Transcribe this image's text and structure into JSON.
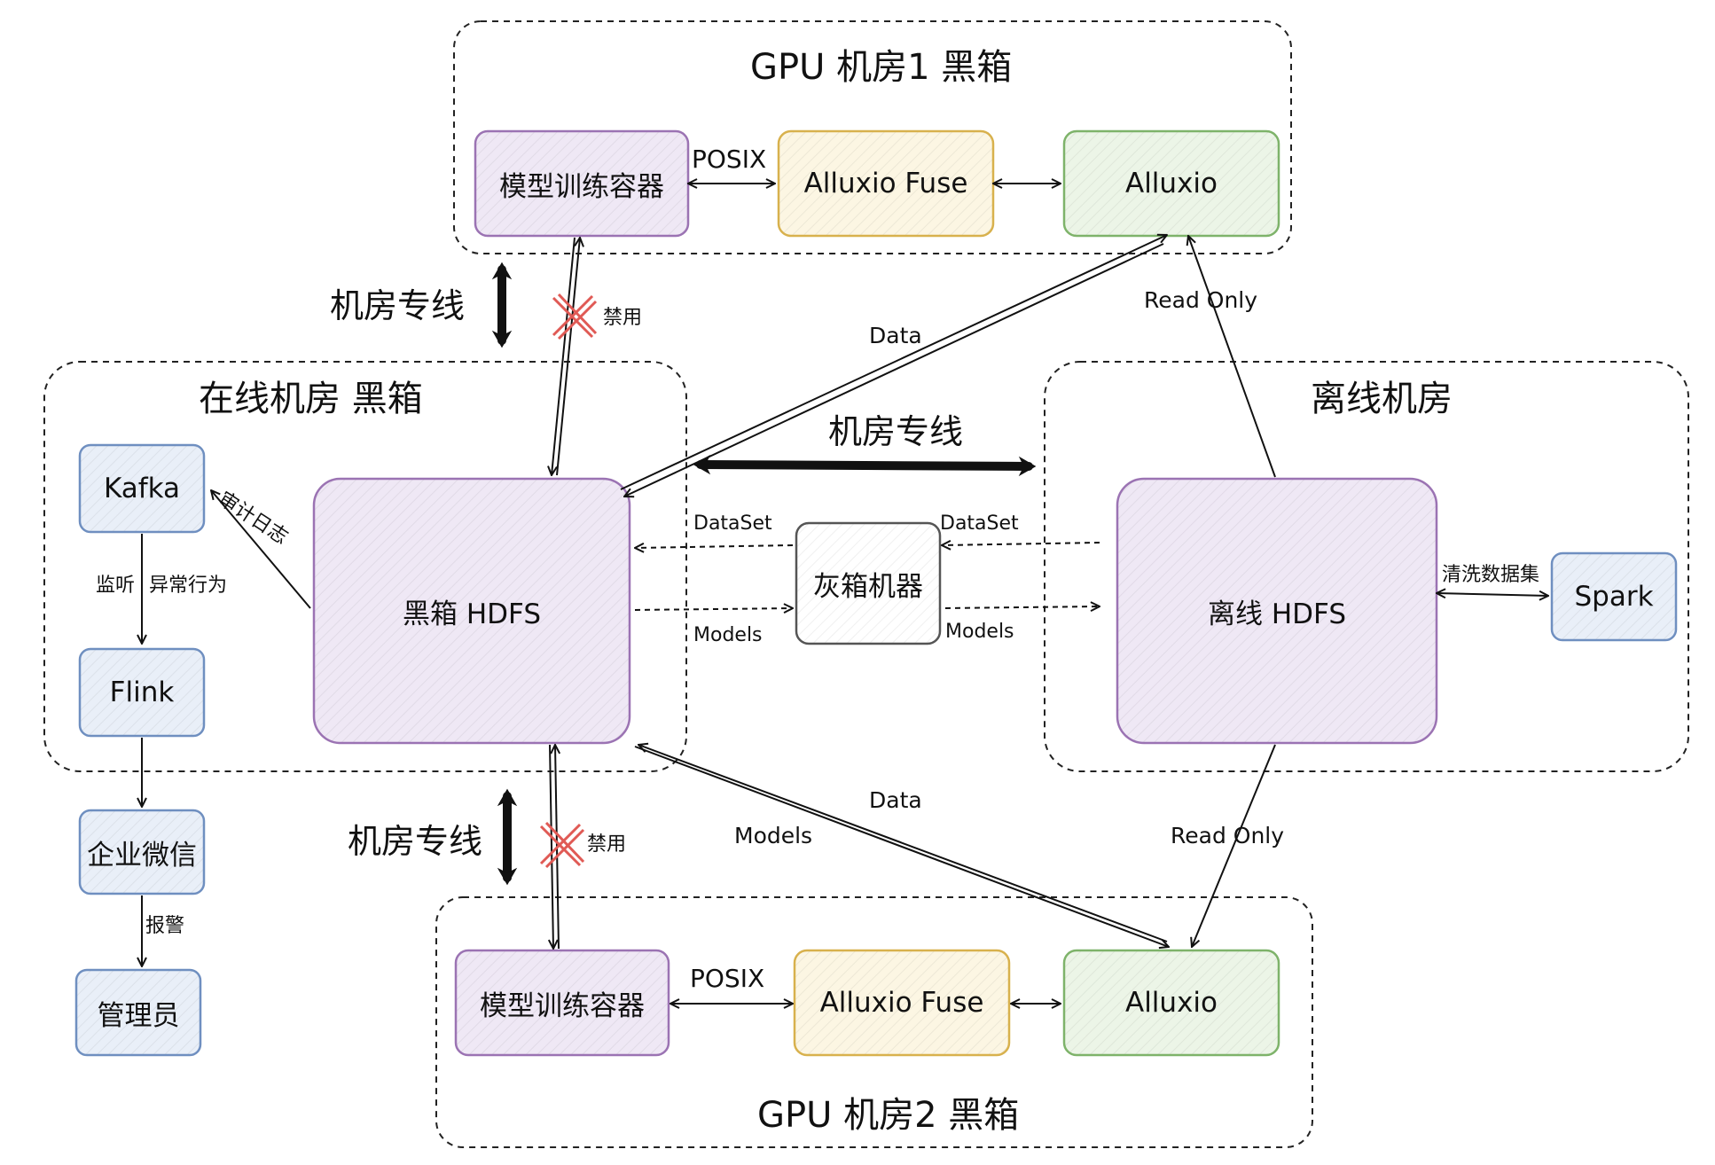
{
  "colors": {
    "purple": "#9b73b3",
    "purple_fill": "#efe8f5",
    "yellow": "#d8b14d",
    "yellow_fill": "#fcf6e3",
    "green": "#7eb36a",
    "green_fill": "#ecf5e7",
    "blue": "#6f8fc0",
    "blue_fill": "#e9eff8",
    "gray": "#555555",
    "red": "#e05a55"
  },
  "zones": {
    "gpu1": "GPU 机房1 黑箱",
    "online": "在线机房 黑箱",
    "offline": "离线机房",
    "gpu2": "GPU 机房2 黑箱"
  },
  "nodes": {
    "gpu1_container": "模型训练容器",
    "gpu1_fuse": "Alluxio Fuse",
    "gpu1_alluxio": "Alluxio",
    "kafka": "Kafka",
    "flink": "Flink",
    "wecom": "企业微信",
    "admin": "管理员",
    "hdfs_black": "黑箱 HDFS",
    "graybox": "灰箱机器",
    "hdfs_offline": "离线 HDFS",
    "spark": "Spark",
    "gpu2_container": "模型训练容器",
    "gpu2_fuse": "Alluxio Fuse",
    "gpu2_alluxio": "Alluxio"
  },
  "edges": {
    "posix_top": "POSIX",
    "posix_bottom": "POSIX",
    "line_top_left": "机房专线",
    "line_middle": "机房专线",
    "line_bottom_left": "机房专线",
    "disabled_top": "禁用",
    "disabled_bottom": "禁用",
    "data_top": "Data",
    "read_only_top": "Read Only",
    "audit_log": "审计日志",
    "listen": "监听",
    "abnormal": "异常行为",
    "alarm": "报警",
    "dataset_left": "DataSet",
    "dataset_right": "DataSet",
    "models_left": "Models",
    "models_right": "Models",
    "clean_data": "清洗数据集",
    "data_bottom": "Data",
    "models_bottom": "Models",
    "read_only_bottom": "Read Only"
  }
}
